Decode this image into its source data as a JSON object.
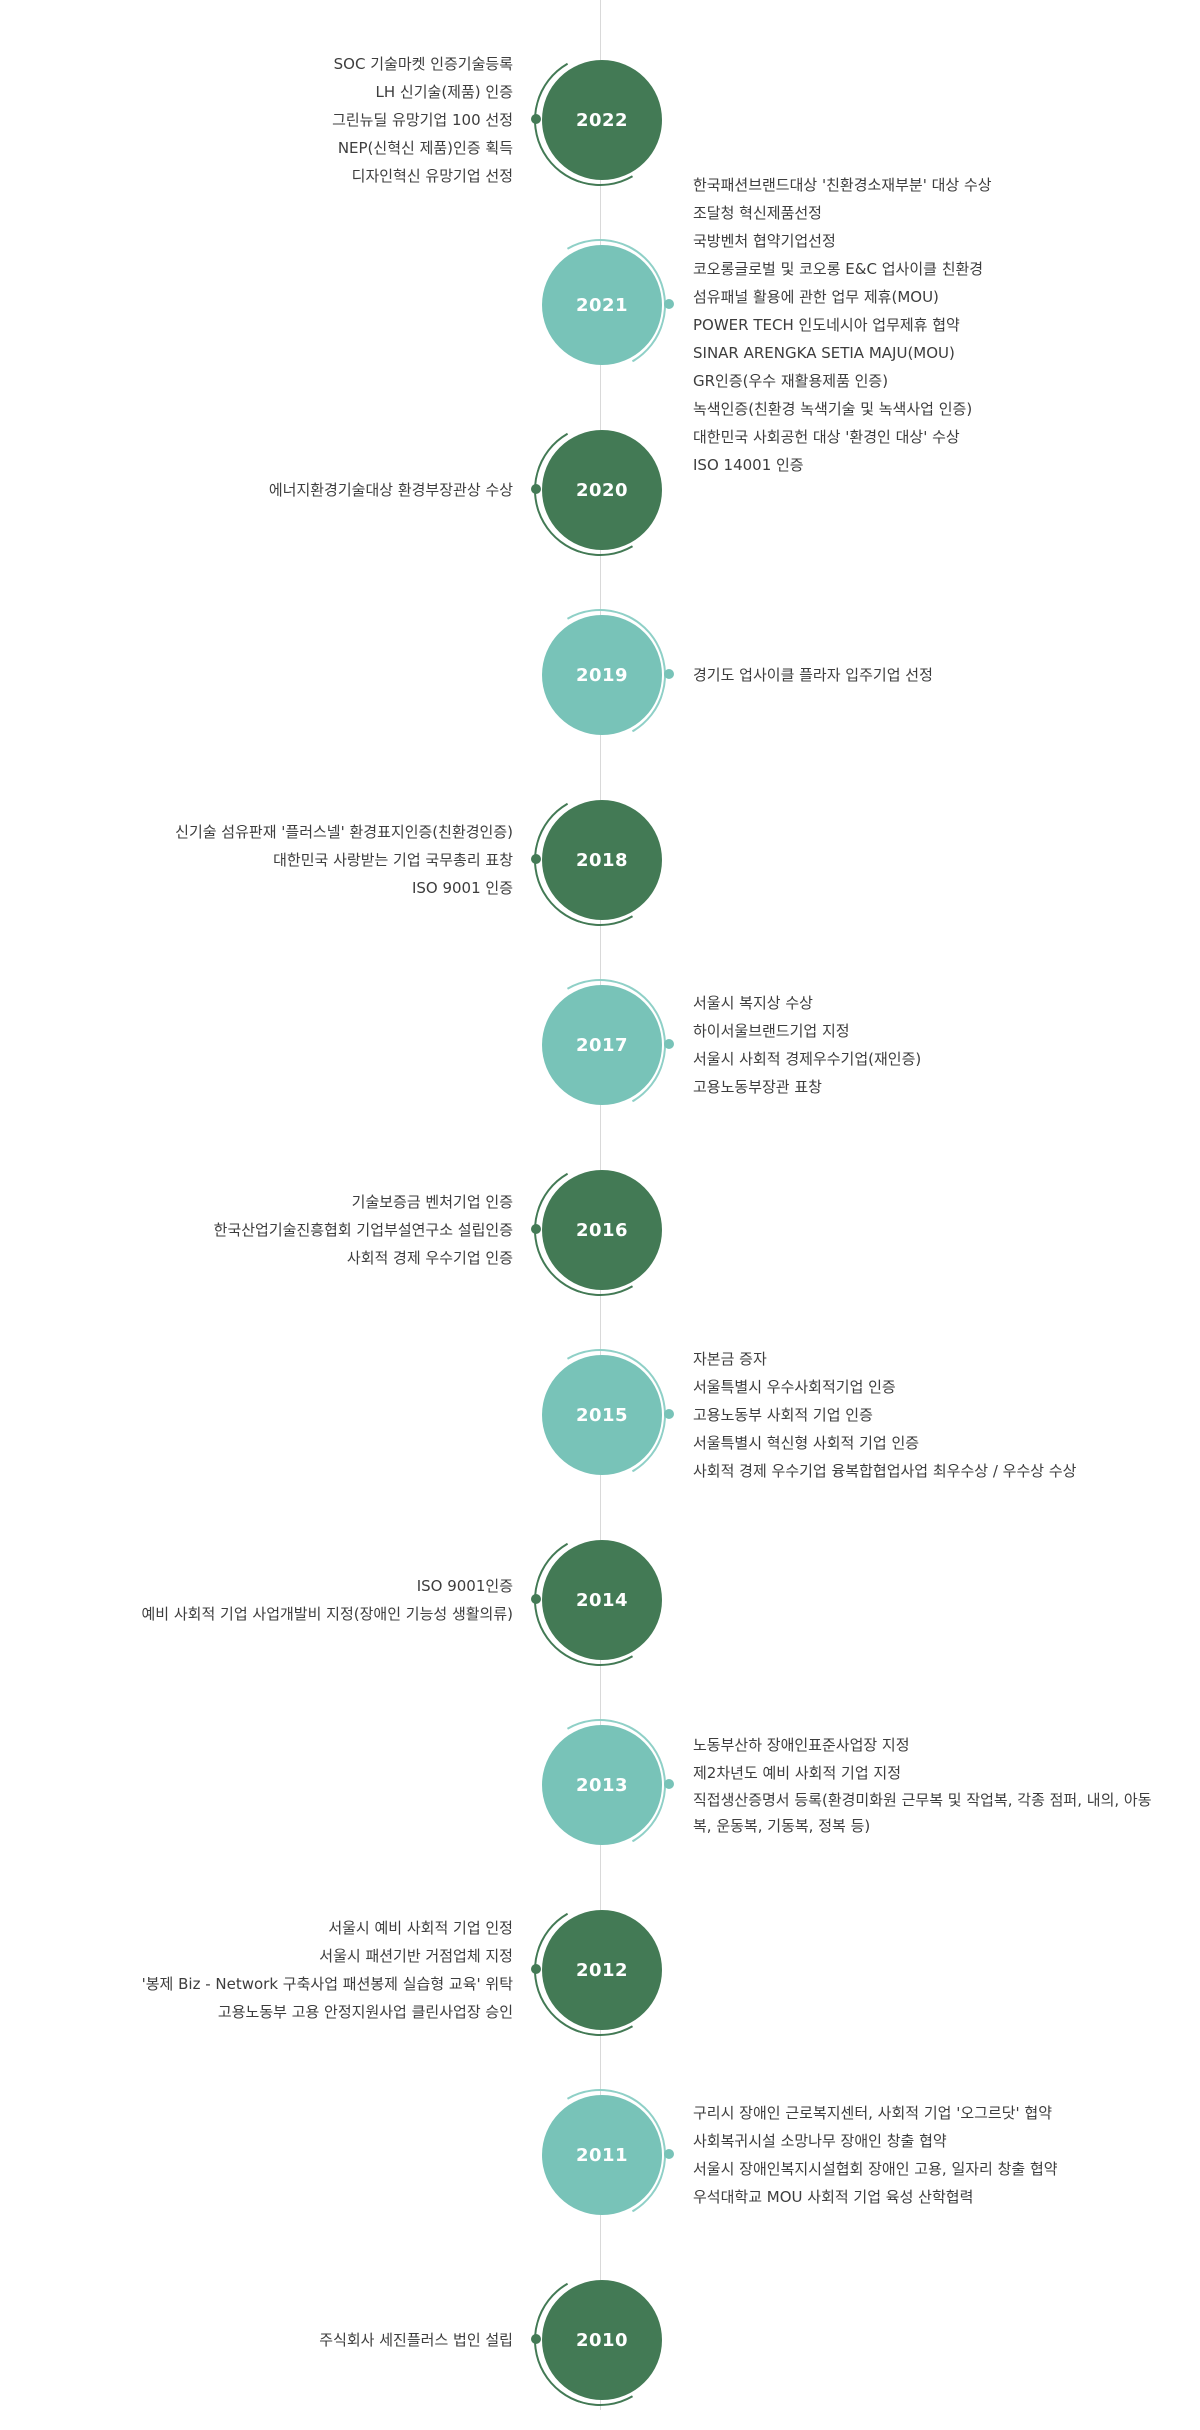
{
  "timeline": [
    {
      "year": "2022",
      "items": [
        "SOC 기술마켓 인증기술등록",
        "LH 신기술(제품) 인증",
        "그린뉴딜 유망기업 100 선정",
        "NEP(신혁신 제품)인증 획득",
        "디자인혁신 유망기업 선정"
      ]
    },
    {
      "year": "2021",
      "items": [
        "한국패션브랜드대상 '친환경소재부분' 대상 수상",
        "조달청 혁신제품선정",
        "국방벤처 협약기업선정",
        "코오롱글로벌 및 코오롱 E&C 업사이클 친환경",
        "섬유패널 활용에 관한 업무 제휴(MOU)",
        "POWER TECH 인도네시아 업무제휴 협약",
        "SINAR ARENGKA SETIA MAJU(MOU)",
        "GR인증(우수 재활용제품 인증)",
        "녹색인증(친환경 녹색기술 및 녹색사업 인증)",
        "대한민국 사회공헌 대상 '환경인 대상' 수상",
        "ISO 14001 인증"
      ]
    },
    {
      "year": "2020",
      "items": [
        "에너지환경기술대상 환경부장관상 수상"
      ]
    },
    {
      "year": "2019",
      "items": [
        "경기도 업사이클 플라자 입주기업 선정"
      ]
    },
    {
      "year": "2018",
      "items": [
        "신기술 섬유판재 '플러스넬' 환경표지인증(친환경인증)",
        "대한민국 사랑받는 기업 국무총리 표창",
        "ISO 9001 인증"
      ]
    },
    {
      "year": "2017",
      "items": [
        "서울시 복지상 수상",
        "하이서울브랜드기업 지정",
        "서울시 사회적 경제우수기업(재인증)",
        "고용노동부장관 표창"
      ]
    },
    {
      "year": "2016",
      "items": [
        "기술보증금 벤처기업 인증",
        "한국산업기술진흥협회 기업부설연구소 설립인증",
        "사회적 경제 우수기업 인증"
      ]
    },
    {
      "year": "2015",
      "items": [
        "자본금 증자",
        "서울특별시 우수사회적기업 인증",
        "고용노동부 사회적 기업 인증",
        "서울특별시 혁신형 사회적 기업 인증",
        "사회적 경제 우수기업 융복합협업사업 최우수상 / 우수상 수상"
      ]
    },
    {
      "year": "2014",
      "items": [
        "ISO 9001인증",
        "예비 사회적 기업 사업개발비 지정(장애인 기능성 생활의류)"
      ]
    },
    {
      "year": "2013",
      "items": [
        "노동부산하 장애인표준사업장 지정",
        "제2차년도 예비 사회적 기업 지정",
        "직접생산증명서 등록(환경미화원 근무복 및 작업복, 각종 점퍼, 내의, 아동복, 운동복, 기동복, 정복 등)"
      ]
    },
    {
      "year": "2012",
      "items": [
        "서울시 예비 사회적 기업 인정",
        "서울시 패션기반 거점업체 지정",
        "'봉제 Biz - Network 구축사업 패션봉제 실습형 교육' 위탁",
        "고용노동부 고용 안정지원사업 클린사업장 승인"
      ]
    },
    {
      "year": "2011",
      "items": [
        "구리시 장애인 근로복지센터, 사회적 기업 '오그르닷' 협약",
        "사회복귀시설 소망나무 장애인 창출 협약",
        "서울시 장애인복지시설협회 장애인 고용, 일자리 창출 협약",
        "우석대학교 MOU 사회적 기업 육성 산학협력"
      ]
    },
    {
      "year": "2010",
      "items": [
        "주식회사 세진플러스 법인 설립"
      ]
    }
  ],
  "colors": {
    "dark_green": "#437a55",
    "light_teal": "#78c3b8",
    "line": "#d9d9d9"
  }
}
